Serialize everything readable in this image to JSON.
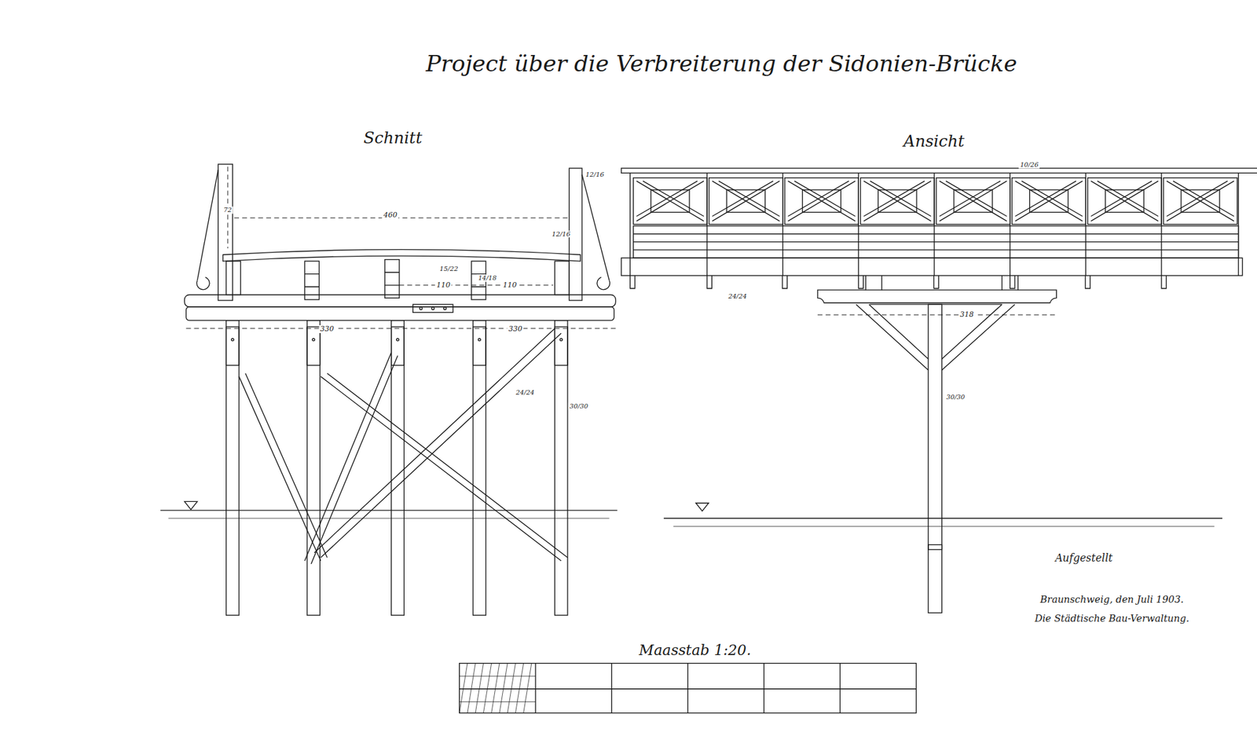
{
  "diagram": {
    "title": "Project über die Verbreiterung der Sidonien-Brücke",
    "labels": [
      "Schnitt",
      "Ansicht",
      "460",
      "72",
      "110",
      "110",
      "330",
      "330",
      "318",
      "12/16",
      "12/16",
      "10/26",
      "15/22",
      "14/18",
      "24/24",
      "30/30",
      "30/30",
      "24/24",
      "Aufgestellt",
      "Braunschweig, den Juli 1903.",
      "Die Städtische Bau-Verwaltung.",
      "Maasstab 1:20."
    ]
  }
}
